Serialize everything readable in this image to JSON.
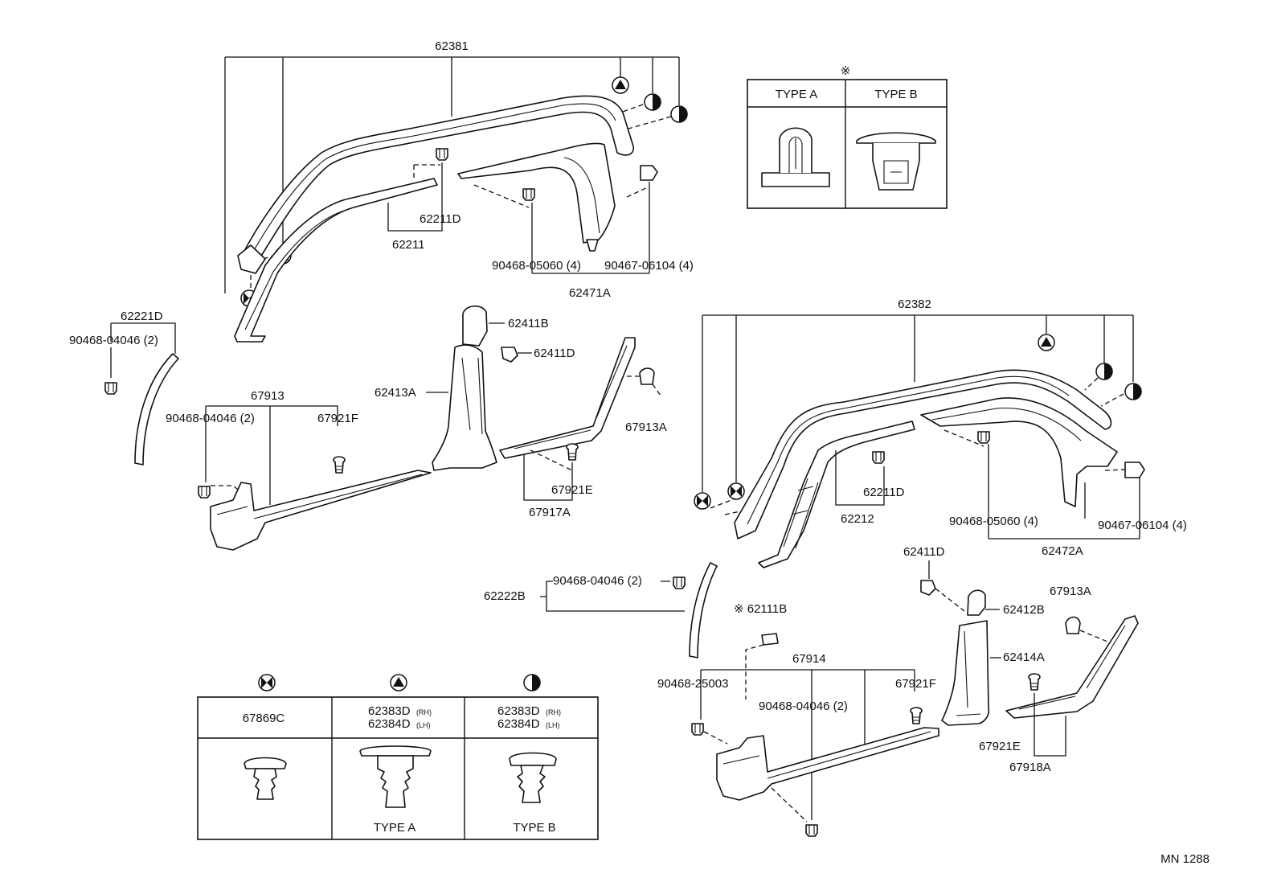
{
  "diagram_code": "MN 1288",
  "callouts": {
    "c62381": "62381",
    "c62211D_a": "62211D",
    "c62211": "62211",
    "c90468_05060_a": "90468-05060 (4)",
    "c90467_06104_a": "90467-06104 (4)",
    "c62471A": "62471A",
    "c62221D": "62221D",
    "c90468_04046_a": "90468-04046 (2)",
    "c62411B": "62411B",
    "c62411D_a": "62411D",
    "c62413A": "62413A",
    "c67913": "67913",
    "c90468_04046_b": "90468-04046 (2)",
    "c67921F_a": "67921F",
    "c67913A_a": "67913A",
    "c67921E_a": "67921E",
    "c67917A": "67917A",
    "c62382": "62382",
    "c62211D_b": "62211D",
    "c62212": "62212",
    "c90468_05060_b": "90468-05060 (4)",
    "c90467_06104_b": "90467-06104 (4)",
    "c62472A": "62472A",
    "c62411D_b": "62411D",
    "c62222B": "62222B",
    "c90468_04046_c": "90468-04046 (2)",
    "c62111B": "※ 62111B",
    "c62412B": "62412B",
    "c67913A_b": "67913A",
    "c62414A": "62414A",
    "c67914": "67914",
    "c90468_25003": "90468-25003",
    "c67921F_b": "67921F",
    "c90468_04046_d": "90468-04046 (2)",
    "c67921E_b": "67921E",
    "c67918A": "67918A"
  },
  "type_table": {
    "mark": "※",
    "col_a": "TYPE A",
    "col_b": "TYPE B"
  },
  "clip_table": {
    "col1_code": "67869C",
    "col2_code_rh": "62383D",
    "col2_rh": "(RH)",
    "col2_code_lh": "62384D",
    "col2_lh": "(LH)",
    "col2_type": "TYPE A",
    "col3_code_rh": "62383D",
    "col3_rh": "(RH)",
    "col3_code_lh": "62384D",
    "col3_lh": "(LH)",
    "col3_type": "TYPE B"
  },
  "symbols": {
    "cross": "cross-circle-symbol",
    "triangle": "triangle-circle-symbol",
    "half": "half-circle-symbol"
  }
}
